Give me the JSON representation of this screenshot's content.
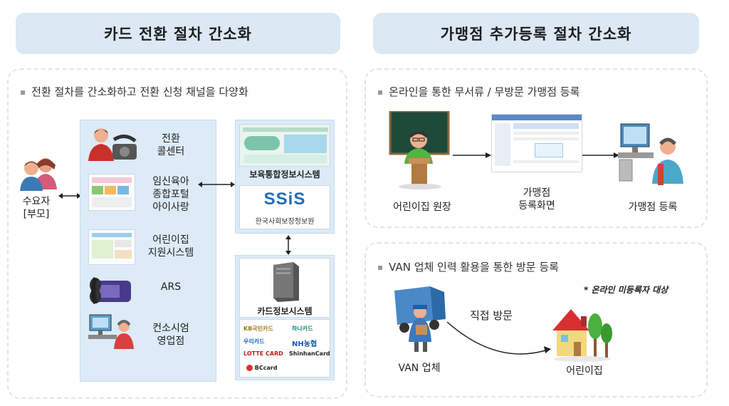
{
  "left": {
    "header": "카드 전환 절차 간소화",
    "bullet": "전환 절차를 간소화하고 전환 신청  채널을  다양화",
    "user_label_1": "수요자",
    "user_label_2": "[부모]",
    "channels": [
      {
        "line1": "전환",
        "line2": "콜센터",
        "line3": ""
      },
      {
        "line1": "임신육아",
        "line2": "종합포털",
        "line3": "아이사랑"
      },
      {
        "line1": "어린이집",
        "line2": "지원시스템",
        "line3": ""
      },
      {
        "line1": "ARS",
        "line2": "",
        "line3": ""
      },
      {
        "line1": "컨소시엄",
        "line2": "영업점",
        "line3": ""
      }
    ],
    "system_1_title": "보육통합정보시스템",
    "system_1_logo": "SSiS",
    "system_1_org": "한국사회보장정보원",
    "system_2_title": "카드정보시스템",
    "cards": [
      "KB국민카드",
      "하나카드",
      "우리카드",
      "NH농협",
      "LOTTE CARD",
      "ShinhanCard",
      "BCcard"
    ]
  },
  "right": {
    "header": "가맹점 추가등록 절차 간소화",
    "bullet_1": "온라인을 통한 무서류 / 무방문 가맹점 등록",
    "director_label": "어린이집 원장",
    "screen_label_1": "가맹점",
    "screen_label_2": "등록화면",
    "register_label": "가맹점 등록",
    "bullet_2": "VAN 업체 인력 활용을 통한 방문 등록",
    "note": "* 온라인 미등록자 대상",
    "visit_label": "직접 방문",
    "van_label": "VAN 업체",
    "daycare_label": "어린이집"
  }
}
